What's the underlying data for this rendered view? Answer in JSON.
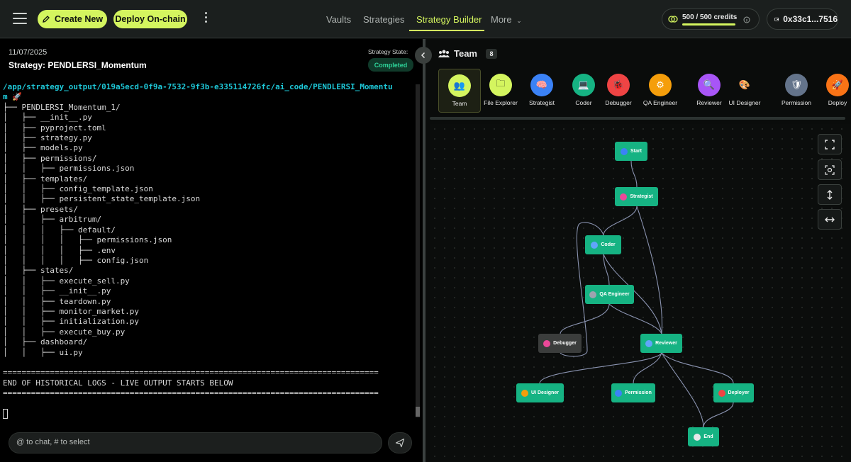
{
  "topbar": {
    "create_new": "Create New",
    "deploy_onchain": "Deploy On-chain",
    "nav": [
      "Vaults",
      "Strategies",
      "Strategy Builder",
      "More"
    ],
    "credits": "500 / 500 credits",
    "credits_fraction": 1.0,
    "wallet": "0x33c1...7516"
  },
  "strategy": {
    "date": "11/07/2025",
    "name": "Strategy: PENDLERSI_Momentum",
    "state_label": "Strategy State:",
    "state": "Completed"
  },
  "terminal": {
    "path": "/app/strategy_output/019a5ecd-0f9a-7532-9f3b-e335114726fc/ai_code/PENDLERSI_Momentu",
    "path_wrap": "m 🚀",
    "lines": [
      "├── PENDLERSI_Momentum_1/",
      "│   ├── __init__.py",
      "│   ├── pyproject.toml",
      "│   ├── strategy.py",
      "│   ├── models.py",
      "│   ├── permissions/",
      "│   │   ├── permissions.json",
      "│   ├── templates/",
      "│   │   ├── config_template.json",
      "│   │   ├── persistent_state_template.json",
      "│   ├── presets/",
      "│   │   ├── arbitrum/",
      "│   │   │   ├── default/",
      "│   │   │   │   ├── permissions.json",
      "│   │   │   │   ├── .env",
      "│   │   │   │   ├── config.json",
      "│   ├── states/",
      "│   │   ├── execute_sell.py",
      "│   │   ├── __init__.py",
      "│   │   ├── teardown.py",
      "│   │   ├── monitor_market.py",
      "│   │   ├── initialization.py",
      "│   │   ├── execute_buy.py",
      "│   ├── dashboard/",
      "│   │   ├── ui.py",
      "",
      "================================================================================",
      "END OF HISTORICAL LOGS - LIVE OUTPUT STARTS BELOW",
      "================================================================================"
    ]
  },
  "chat": {
    "placeholder": "@ to chat, # to select"
  },
  "team": {
    "title": "Team",
    "count": "8",
    "agents": [
      {
        "label": "Team",
        "icon": "people-icon",
        "color": "#d4f55f"
      },
      {
        "label": "File Explorer",
        "icon": "folder-icon",
        "color": "#d4f55f"
      },
      {
        "label": "Strategist",
        "icon": "brain-icon",
        "color": "#3b82f6"
      },
      {
        "label": "Coder",
        "icon": "laptop-icon",
        "color": "#16b383"
      },
      {
        "label": "Debugger",
        "icon": "bug-icon",
        "color": "#ef4444"
      },
      {
        "label": "QA Engineer",
        "icon": "gear-icon",
        "color": "#f59e0b"
      },
      {
        "label": "Reviewer",
        "icon": "magnifier-icon",
        "color": "#a855f7"
      },
      {
        "label": "UI Designer",
        "icon": "palette-icon",
        "color": "#0a0c0b"
      },
      {
        "label": "Permission",
        "icon": "shield-icon",
        "color": "#64748b"
      },
      {
        "label": "Deploy",
        "icon": "rocket-icon",
        "color": "#f97316"
      }
    ]
  },
  "flow": {
    "nodes": [
      {
        "id": "start",
        "label": "Start",
        "icon_color": "#3b82f6"
      },
      {
        "id": "strategist",
        "label": "Strategist",
        "icon_color": "#ec4899"
      },
      {
        "id": "coder",
        "label": "Coder",
        "icon_color": "#60a5fa"
      },
      {
        "id": "qa",
        "label": "QA Engineer",
        "icon_color": "#9ca3af"
      },
      {
        "id": "debugger",
        "label": "Debugger",
        "icon_color": "#ec4899"
      },
      {
        "id": "reviewer",
        "label": "Reviewer",
        "icon_color": "#60a5fa"
      },
      {
        "id": "uidesigner",
        "label": "UI Designer",
        "icon_color": "#f59e0b"
      },
      {
        "id": "permission",
        "label": "Permission",
        "icon_color": "#3b82f6"
      },
      {
        "id": "deployer",
        "label": "Deployer",
        "icon_color": "#ef4444"
      },
      {
        "id": "end",
        "label": "End",
        "icon_color": "#e5e7eb"
      }
    ]
  }
}
